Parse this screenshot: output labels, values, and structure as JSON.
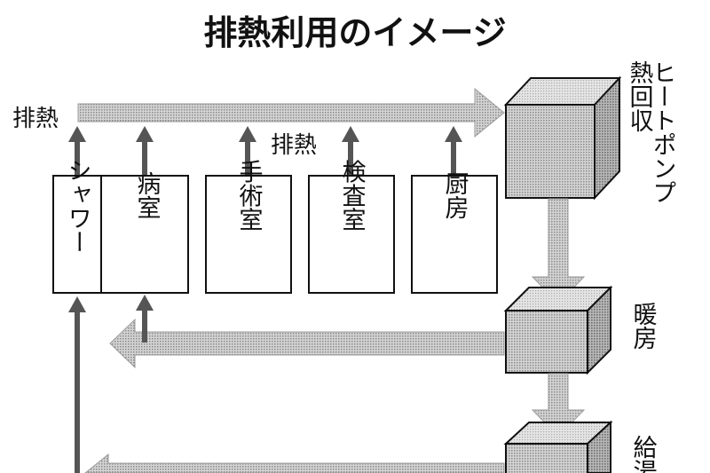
{
  "title": "排熱利用のイメージ",
  "labels": {
    "exhaust_left": "排熱",
    "exhaust_mid": "排熱"
  },
  "rooms": {
    "shower": "シャワー",
    "ward": "病室",
    "surgery": "手術室",
    "exam": "検査室",
    "kitchen": "厨房"
  },
  "equipment": {
    "heat_pump": "熱回収ヒートポンプ",
    "heating": "暖房",
    "hot_water": "給湯"
  },
  "colors": {
    "arrow_fill": "#c4c4c4",
    "line": "#111111",
    "shaft": "#555555"
  }
}
